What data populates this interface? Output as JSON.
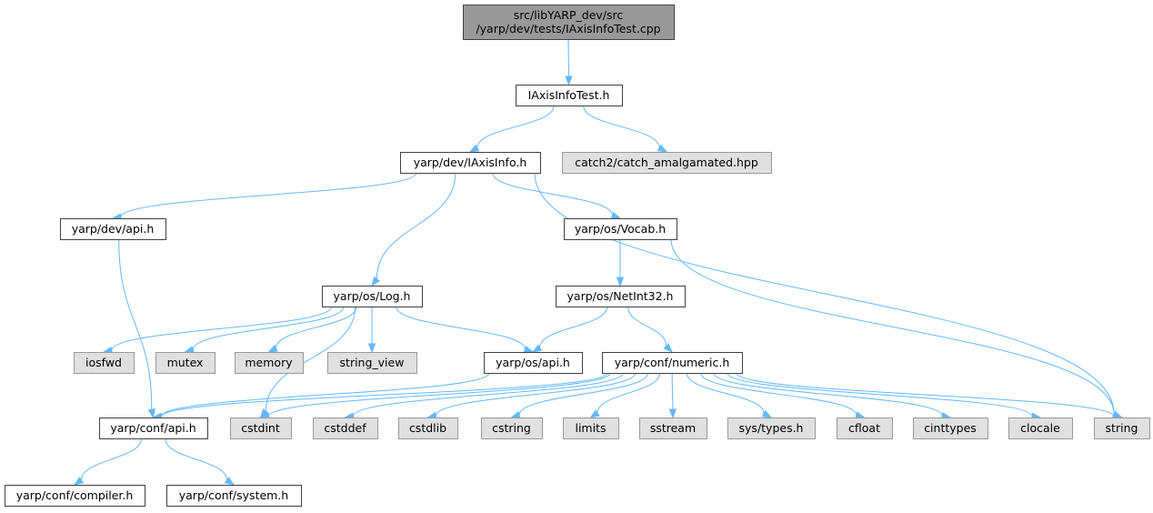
{
  "colors": {
    "root_fill": "#999999",
    "local_fill": "#ffffff",
    "system_fill": "#e0e0e0",
    "local_stroke": "#404040",
    "system_stroke": "#999999",
    "edge": "#63b8ff"
  },
  "nodes": [
    {
      "id": "root",
      "kind": "root",
      "lines": [
        "src/libYARP_dev/src",
        "/yarp/dev/tests/IAxisInfoTest.cpp"
      ]
    },
    {
      "id": "iaxisinfotest_h",
      "kind": "local",
      "lines": [
        "IAxisInfoTest.h"
      ]
    },
    {
      "id": "iaxisinfo_h",
      "kind": "local",
      "lines": [
        "yarp/dev/IAxisInfo.h"
      ]
    },
    {
      "id": "catch2",
      "kind": "system",
      "lines": [
        "catch2/catch_amalgamated.hpp"
      ]
    },
    {
      "id": "dev_api_h",
      "kind": "local",
      "lines": [
        "yarp/dev/api.h"
      ]
    },
    {
      "id": "vocab_h",
      "kind": "local",
      "lines": [
        "yarp/os/Vocab.h"
      ]
    },
    {
      "id": "log_h",
      "kind": "local",
      "lines": [
        "yarp/os/Log.h"
      ]
    },
    {
      "id": "netint32_h",
      "kind": "local",
      "lines": [
        "yarp/os/NetInt32.h"
      ]
    },
    {
      "id": "iosfwd",
      "kind": "system",
      "lines": [
        "iosfwd"
      ]
    },
    {
      "id": "mutex",
      "kind": "system",
      "lines": [
        "mutex"
      ]
    },
    {
      "id": "memory",
      "kind": "system",
      "lines": [
        "memory"
      ]
    },
    {
      "id": "string_view",
      "kind": "system",
      "lines": [
        "string_view"
      ]
    },
    {
      "id": "os_api_h",
      "kind": "local",
      "lines": [
        "yarp/os/api.h"
      ]
    },
    {
      "id": "numeric_h",
      "kind": "local",
      "lines": [
        "yarp/conf/numeric.h"
      ]
    },
    {
      "id": "conf_api_h",
      "kind": "local",
      "lines": [
        "yarp/conf/api.h"
      ]
    },
    {
      "id": "cstdint",
      "kind": "system",
      "lines": [
        "cstdint"
      ]
    },
    {
      "id": "cstddef",
      "kind": "system",
      "lines": [
        "cstddef"
      ]
    },
    {
      "id": "cstdlib",
      "kind": "system",
      "lines": [
        "cstdlib"
      ]
    },
    {
      "id": "cstring",
      "kind": "system",
      "lines": [
        "cstring"
      ]
    },
    {
      "id": "limits",
      "kind": "system",
      "lines": [
        "limits"
      ]
    },
    {
      "id": "sstream",
      "kind": "system",
      "lines": [
        "sstream"
      ]
    },
    {
      "id": "sys_types_h",
      "kind": "system",
      "lines": [
        "sys/types.h"
      ]
    },
    {
      "id": "cfloat",
      "kind": "system",
      "lines": [
        "cfloat"
      ]
    },
    {
      "id": "cinttypes",
      "kind": "system",
      "lines": [
        "cinttypes"
      ]
    },
    {
      "id": "clocale",
      "kind": "system",
      "lines": [
        "clocale"
      ]
    },
    {
      "id": "string",
      "kind": "system",
      "lines": [
        "string"
      ]
    },
    {
      "id": "compiler_h",
      "kind": "local",
      "lines": [
        "yarp/conf/compiler.h"
      ]
    },
    {
      "id": "system_h",
      "kind": "local",
      "lines": [
        "yarp/conf/system.h"
      ]
    }
  ],
  "edges": [
    {
      "from": "root",
      "to": "iaxisinfotest_h"
    },
    {
      "from": "iaxisinfotest_h",
      "to": "iaxisinfo_h"
    },
    {
      "from": "iaxisinfotest_h",
      "to": "catch2"
    },
    {
      "from": "iaxisinfo_h",
      "to": "dev_api_h"
    },
    {
      "from": "iaxisinfo_h",
      "to": "log_h"
    },
    {
      "from": "iaxisinfo_h",
      "to": "vocab_h"
    },
    {
      "from": "iaxisinfo_h",
      "to": "string"
    },
    {
      "from": "dev_api_h",
      "to": "conf_api_h"
    },
    {
      "from": "vocab_h",
      "to": "netint32_h"
    },
    {
      "from": "vocab_h",
      "to": "string"
    },
    {
      "from": "log_h",
      "to": "iosfwd"
    },
    {
      "from": "log_h",
      "to": "mutex"
    },
    {
      "from": "log_h",
      "to": "memory"
    },
    {
      "from": "log_h",
      "to": "string_view"
    },
    {
      "from": "log_h",
      "to": "os_api_h"
    },
    {
      "from": "log_h",
      "to": "cstdint"
    },
    {
      "from": "netint32_h",
      "to": "os_api_h"
    },
    {
      "from": "netint32_h",
      "to": "numeric_h"
    },
    {
      "from": "os_api_h",
      "to": "conf_api_h"
    },
    {
      "from": "numeric_h",
      "to": "conf_api_h"
    },
    {
      "from": "numeric_h",
      "to": "cstdint"
    },
    {
      "from": "numeric_h",
      "to": "cstddef"
    },
    {
      "from": "numeric_h",
      "to": "cstdlib"
    },
    {
      "from": "numeric_h",
      "to": "cstring"
    },
    {
      "from": "numeric_h",
      "to": "limits"
    },
    {
      "from": "numeric_h",
      "to": "sstream"
    },
    {
      "from": "numeric_h",
      "to": "sys_types_h"
    },
    {
      "from": "numeric_h",
      "to": "cfloat"
    },
    {
      "from": "numeric_h",
      "to": "cinttypes"
    },
    {
      "from": "numeric_h",
      "to": "clocale"
    },
    {
      "from": "numeric_h",
      "to": "string"
    },
    {
      "from": "conf_api_h",
      "to": "compiler_h"
    },
    {
      "from": "conf_api_h",
      "to": "system_h"
    }
  ]
}
